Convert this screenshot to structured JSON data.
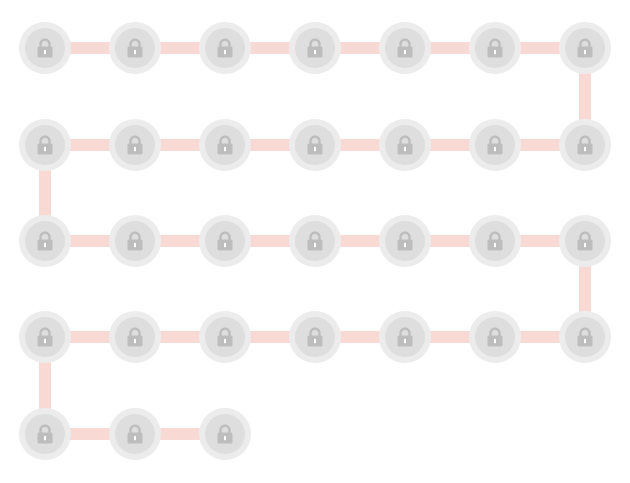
{
  "level_map": {
    "columns": 7,
    "total_levels": 31,
    "levels": [
      {
        "index": 1,
        "state": "locked",
        "icon": "lock-icon"
      },
      {
        "index": 2,
        "state": "locked",
        "icon": "lock-icon"
      },
      {
        "index": 3,
        "state": "locked",
        "icon": "lock-icon"
      },
      {
        "index": 4,
        "state": "locked",
        "icon": "lock-icon"
      },
      {
        "index": 5,
        "state": "locked",
        "icon": "lock-icon"
      },
      {
        "index": 6,
        "state": "locked",
        "icon": "lock-icon"
      },
      {
        "index": 7,
        "state": "locked",
        "icon": "lock-icon"
      },
      {
        "index": 8,
        "state": "locked",
        "icon": "lock-icon"
      },
      {
        "index": 9,
        "state": "locked",
        "icon": "lock-icon"
      },
      {
        "index": 10,
        "state": "locked",
        "icon": "lock-icon"
      },
      {
        "index": 11,
        "state": "locked",
        "icon": "lock-icon"
      },
      {
        "index": 12,
        "state": "locked",
        "icon": "lock-icon"
      },
      {
        "index": 13,
        "state": "locked",
        "icon": "lock-icon"
      },
      {
        "index": 14,
        "state": "locked",
        "icon": "lock-icon"
      },
      {
        "index": 15,
        "state": "locked",
        "icon": "lock-icon"
      },
      {
        "index": 16,
        "state": "locked",
        "icon": "lock-icon"
      },
      {
        "index": 17,
        "state": "locked",
        "icon": "lock-icon"
      },
      {
        "index": 18,
        "state": "locked",
        "icon": "lock-icon"
      },
      {
        "index": 19,
        "state": "locked",
        "icon": "lock-icon"
      },
      {
        "index": 20,
        "state": "locked",
        "icon": "lock-icon"
      },
      {
        "index": 21,
        "state": "locked",
        "icon": "lock-icon"
      },
      {
        "index": 22,
        "state": "locked",
        "icon": "lock-icon"
      },
      {
        "index": 23,
        "state": "locked",
        "icon": "lock-icon"
      },
      {
        "index": 24,
        "state": "locked",
        "icon": "lock-icon"
      },
      {
        "index": 25,
        "state": "locked",
        "icon": "lock-icon"
      },
      {
        "index": 26,
        "state": "locked",
        "icon": "lock-icon"
      },
      {
        "index": 27,
        "state": "locked",
        "icon": "lock-icon"
      },
      {
        "index": 28,
        "state": "locked",
        "icon": "lock-icon"
      },
      {
        "index": 29,
        "state": "locked",
        "icon": "lock-icon"
      },
      {
        "index": 30,
        "state": "locked",
        "icon": "lock-icon"
      },
      {
        "index": 31,
        "state": "locked",
        "icon": "lock-icon"
      }
    ]
  },
  "colors": {
    "node_outer": "#ececec",
    "node_inner": "#dedede",
    "lock": "#bdbdbd",
    "path": "#f9d9d3"
  }
}
